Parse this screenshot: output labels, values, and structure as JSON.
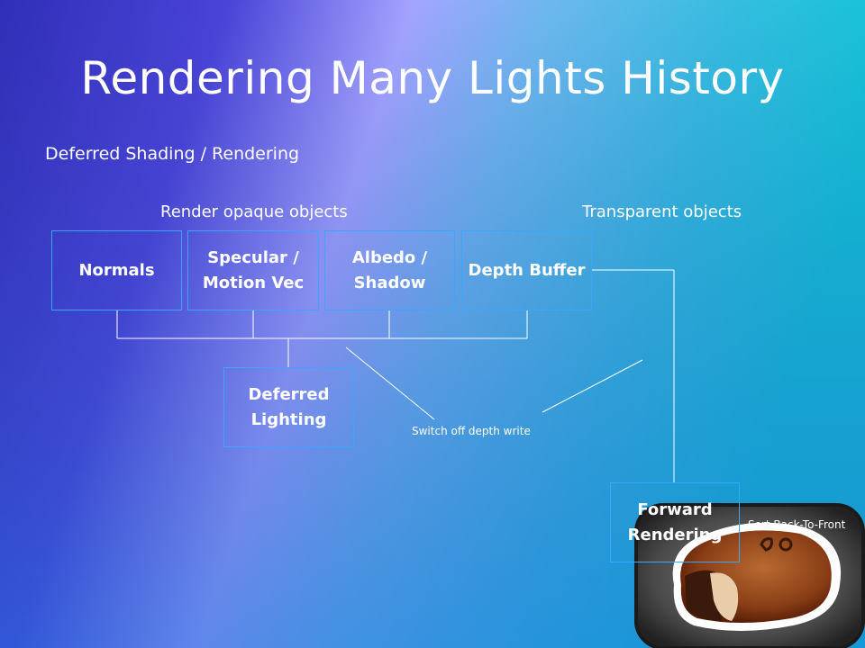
{
  "title": "Rendering Many Lights History",
  "subtitle": "Deferred Shading / Rendering",
  "labels": {
    "opaque": "Render opaque objects",
    "transparent": "Transparent objects",
    "depth_write": "Switch off depth write",
    "sort": "Sort Back-To-Front"
  },
  "boxes": {
    "normals": "Normals",
    "specular": [
      "Specular /",
      "Motion Vec"
    ],
    "albedo": [
      "Albedo /",
      "Shadow"
    ],
    "depth": "Depth Buffer",
    "deferred": [
      "Deferred",
      "Lighting"
    ],
    "forward": [
      "Forward",
      "Rendering"
    ]
  },
  "colors": {
    "box_border": "#39a7ff",
    "line": "#ffffff"
  },
  "icons": {
    "mascot": "guinea-pig-tray-image"
  }
}
